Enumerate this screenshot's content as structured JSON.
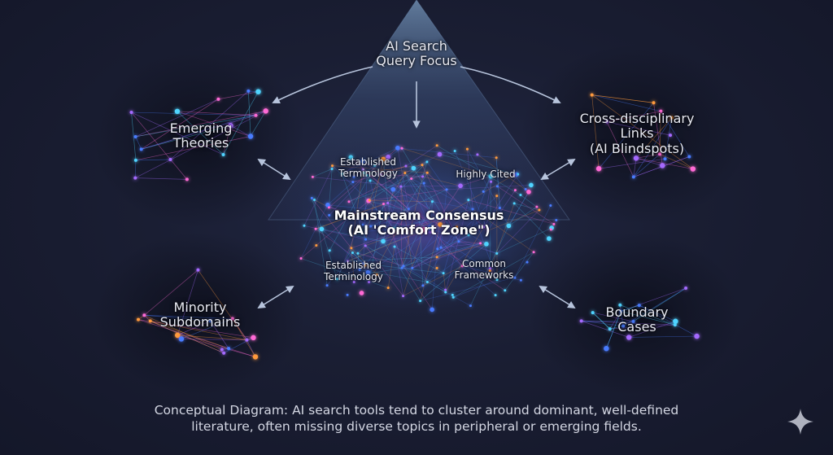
{
  "colors": {
    "background": "#171a2c",
    "beam": "#7fb2e6",
    "cyan": "#4fd4ff",
    "blue": "#4a7cff",
    "violet": "#a56bff",
    "magenta": "#ff6bd6",
    "orange": "#ff9a3c"
  },
  "labels": {
    "query_focus": "AI Search\nQuery Focus",
    "emerging_theories": "Emerging\nTheories",
    "cross_disciplinary": "Cross-disciplinary\nLinks\n(AI Blindspots)",
    "minority_subdomains": "Minority\nSubdomains",
    "boundary_cases": "Boundary\nCases",
    "mainstream": "Mainstream Consensus\n(AI 'Comfort Zone\")",
    "established_top": "Established\nTerminology",
    "highly_cited": "Highly Cited",
    "established_bottom": "Established\nTerminology",
    "common_frameworks": "Common\nFrameworks"
  },
  "caption": "Conceptual Diagram: AI search tools tend to cluster around dominant, well-defined\nliterature, often missing diverse topics in peripheral or emerging fields.",
  "icons": {
    "watermark": "sparkle-icon"
  }
}
